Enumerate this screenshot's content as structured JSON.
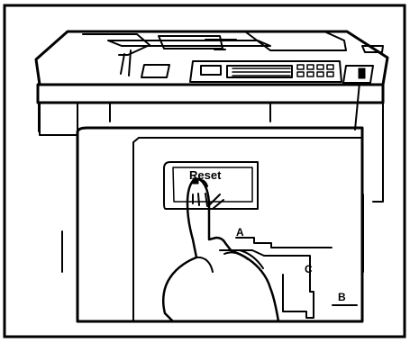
{
  "diagram": {
    "labels": {
      "reset": "Reset",
      "a": "A",
      "b": "B",
      "c": "C"
    }
  }
}
